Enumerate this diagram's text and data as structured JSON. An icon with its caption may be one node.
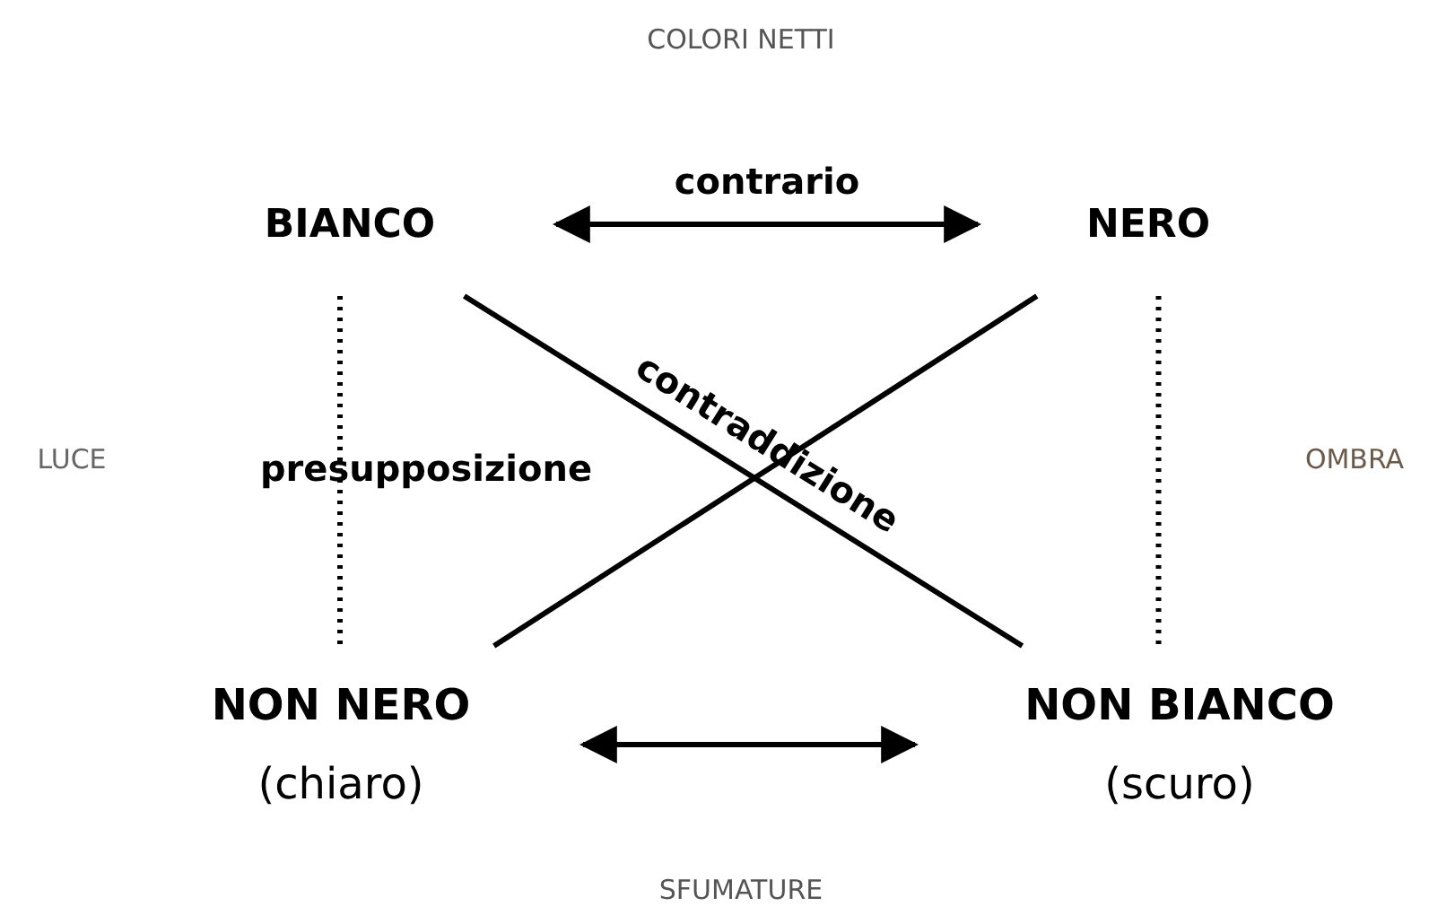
{
  "diagram": {
    "nodes": [
      {
        "text": [
          "BIANCO"
        ]
      },
      {
        "text": [
          "NERO"
        ]
      },
      {
        "text": [
          "NON NERO",
          "(chiaro)"
        ]
      },
      {
        "text": [
          "NON BIANCO",
          "(scuro)"
        ]
      }
    ],
    "edges": [
      {
        "from": 0,
        "to": 1,
        "arrow": "both",
        "label": "contrario"
      },
      {
        "from": 2,
        "to": 3,
        "arrow": "both"
      },
      {
        "from": 0,
        "to": 2,
        "arrow": "none",
        "style": "dashed",
        "label": "presupposizione"
      },
      {
        "from": 1,
        "to": 3,
        "arrow": "none",
        "style": "dashed"
      },
      {
        "from": 0,
        "to": 3,
        "arrow": "none",
        "label": "contraddizione"
      },
      {
        "from": 1,
        "to": 2,
        "arrow": "none"
      }
    ],
    "labels": [
      "COLORI NETTI",
      "LUCE",
      "OMBRA",
      "SFUMATURE"
    ]
  }
}
